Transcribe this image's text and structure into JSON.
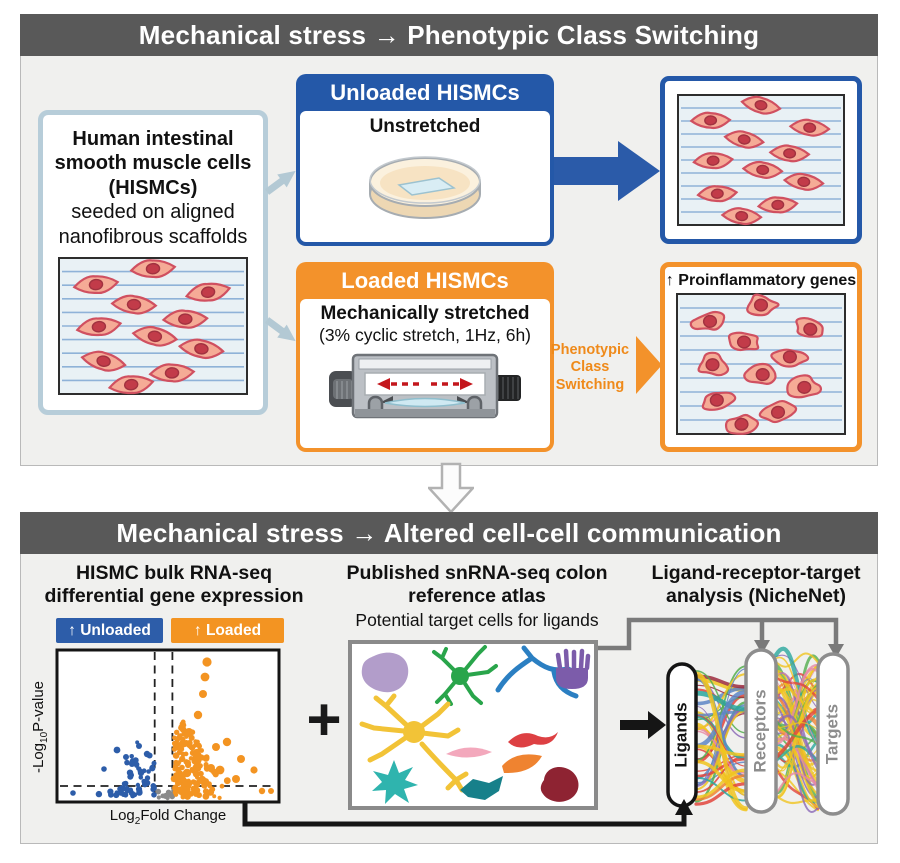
{
  "figure": {
    "top_panel": {
      "title": "Mechanical stress → Phenotypic Class Switching",
      "source_box": {
        "name_bold": "Human intestinal smooth muscle cells (HISMCs)",
        "name_rest": "seeded on aligned nanofibrous scaffolds"
      },
      "unloaded_box": {
        "header": "Unloaded HISMCs",
        "condition": "Unstretched"
      },
      "loaded_box": {
        "header": "Loaded HISMCs",
        "condition_bold": "Mechanically stretched",
        "condition_detail": "(3% cyclic stretch, 1Hz, 6h)"
      },
      "switch_arrow_label": "Phenotypic\nClass Switching",
      "proinflammatory_label": "↑ Proinflammatory genes"
    },
    "bottom_panel": {
      "title": "Mechanical stress → Altered cell-cell communication",
      "rnaseq": {
        "title": "HISMC bulk RNA-seq differential gene expression",
        "legend_unloaded": "↑ Unloaded",
        "legend_loaded": "↑ Loaded",
        "ylabel_pre": "-Log",
        "ylabel_sub": "10",
        "ylabel_post": "P-value",
        "xlabel_pre": "Log",
        "xlabel_sub": "2",
        "xlabel_post": "Fold Change"
      },
      "plus": "+",
      "atlas": {
        "title": "Published snRNA-seq colon reference atlas",
        "subtitle": "Potential target cells for ligands"
      },
      "nichenet": {
        "title": "Ligand-receptor-target analysis (NicheNet)",
        "node_ligands": "Ligands",
        "node_receptors": "Receptors",
        "node_targets": "Targets",
        "ribbon_colors": [
          "#f0c420",
          "#e2453c",
          "#2aa79e",
          "#8b69b6",
          "#54ae4e",
          "#ef8432",
          "#9d2c3d",
          "#e78aa4",
          "#5e86c6"
        ]
      }
    },
    "colors": {
      "header_bg": "#595959",
      "panel_bg": "#f0f0ee",
      "blue": "#2458a8",
      "orange": "#f3922b",
      "arrow_blue": "#2b5ba9",
      "source_border": "#b7cdd9",
      "cell_fill": "#f5ab96",
      "cell_stroke": "#d05060",
      "cell_nucleus": "#c23b49",
      "fiber_line": "#8fb2d8",
      "fiber_bg": "#e9f1f5"
    }
  },
  "chart_data": {
    "type": "scatter",
    "subtype": "volcano plot (schematic, no numeric tick labels shown)",
    "title": "HISMC bulk RNA-seq differential gene expression",
    "xlabel": "Log2Fold Change",
    "ylabel": "-Log10P-value",
    "legend": [
      {
        "label": "↑ Unloaded",
        "color": "#2d5da9",
        "position": "above plot, left"
      },
      {
        "label": "↑ Loaded",
        "color": "#f39422",
        "position": "above plot, right"
      }
    ],
    "thresholds": {
      "vertical_dashed_x_frac": [
        0.44,
        0.52
      ],
      "horizontal_dashed_y_frac_from_top": 0.895
    },
    "clusters": [
      {
        "series": "↑ Unloaded",
        "color": "#2d5da9",
        "side": "negative fold change",
        "approx_points": 60,
        "x_center_frac": 0.35,
        "max_height_frac": 0.38
      },
      {
        "series": "↑ Loaded",
        "color": "#f39422",
        "side": "positive fold change",
        "approx_points": 170,
        "x_center_frac": 0.57,
        "max_height_frac": 0.93
      },
      {
        "series": "not significant",
        "color": "#8a8a8a",
        "side": "center, below significance threshold",
        "approx_points": 13,
        "x_center_frac": 0.49,
        "max_height_frac": 0.06
      }
    ],
    "grid": false,
    "axis_numeric_ticks": false
  }
}
